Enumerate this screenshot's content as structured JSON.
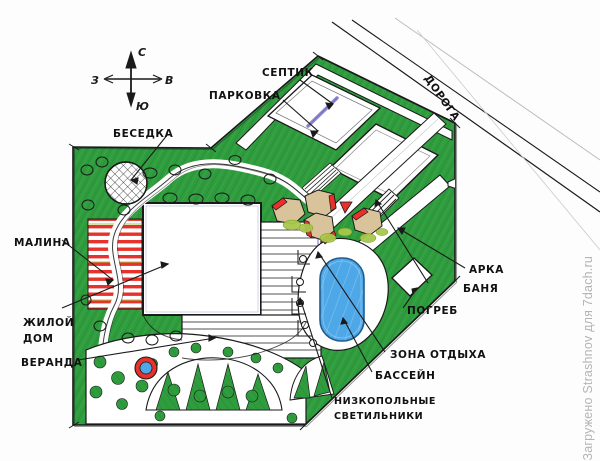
{
  "document": {
    "kind": "hand-drawn landscape site plan",
    "background_color": "#fdfdfd",
    "ink_color": "#1a1a1a"
  },
  "palette": {
    "lawn_green": "#2f9c3e",
    "lawn_green_dark": "#1f7a2c",
    "pool_blue": "#4ea7e6",
    "pool_blue_dark": "#2a7fc0",
    "bed_red": "#e8312a",
    "bed_tan": "#d9c39a",
    "bed_yellow_green": "#a8c84a",
    "septic_violet": "#8e8bd0",
    "paper_white": "#ffffff",
    "watermark_grey": "#b4b4b4"
  },
  "compass": {
    "north": "С",
    "south": "Ю",
    "west": "З",
    "east": "В"
  },
  "labels": {
    "gazebo": "БЕСЕДКА",
    "septic": "СЕПТИК",
    "parking": "ПАРКОВКА",
    "road": "ДОРОГА",
    "raspberry": "МАЛИНА",
    "house_line1": "ЖИЛОЙ",
    "house_line2": "ДОМ",
    "veranda": "ВЕРАНДА",
    "arch": "АРКА",
    "banya": "БАНЯ",
    "cellar": "ПОГРЕБ",
    "rest_zone": "ЗОНА ОТДЫХА",
    "pool": "БАССЕЙН",
    "lights_line1": "НИЗКОПОЛЬНЫЕ",
    "lights_line2": "СВЕТИЛЬНИКИ"
  },
  "watermark": {
    "text": "Загружено Strashnov для 7dach.ru"
  },
  "plan_features": [
    {
      "id": "gazebo",
      "name": "БЕСЕДКА",
      "shape": "hatched circle",
      "color": "#ffffff"
    },
    {
      "id": "house",
      "name": "ЖИЛОЙ ДОМ",
      "shape": "large white square",
      "color": "#ffffff"
    },
    {
      "id": "veranda",
      "name": "ВЕРАНДА",
      "shape": "striped decking",
      "color": "#ffffff"
    },
    {
      "id": "raspberry",
      "name": "МАЛИНА",
      "shape": "red striped rows",
      "color": "#e8312a"
    },
    {
      "id": "parking",
      "name": "ПАРКОВКА",
      "shape": "rectangle at plot entrance",
      "color": "#ffffff"
    },
    {
      "id": "septic",
      "name": "СЕПТИК",
      "shape": "violet bar",
      "color": "#8e8bd0"
    },
    {
      "id": "road",
      "name": "ДОРОГА",
      "shape": "diagonal road strip",
      "color": "#ffffff"
    },
    {
      "id": "banya",
      "name": "БАНЯ",
      "shape": "white building upper right",
      "color": "#ffffff"
    },
    {
      "id": "arch",
      "name": "АРКА",
      "shape": "ladder-like pergola",
      "color": "#ffffff"
    },
    {
      "id": "cellar",
      "name": "ПОГРЕБ",
      "shape": "small white square",
      "color": "#ffffff"
    },
    {
      "id": "pool",
      "name": "БАССЕЙН",
      "shape": "blue rounded rectangle",
      "color": "#4ea7e6"
    },
    {
      "id": "rest_zone",
      "name": "ЗОНА ОТДЫХА",
      "shape": "paved area around pool",
      "color": "#ffffff"
    },
    {
      "id": "beds",
      "name": "грядки",
      "shape": "hexagonal raised beds",
      "color": "#d9c39a"
    },
    {
      "id": "lights",
      "name": "НИЗКОПОЛЬНЫЕ СВЕТИЛЬНИКИ",
      "shape": "small circles along path",
      "color": "#ffffff"
    },
    {
      "id": "pond",
      "name": "водоём",
      "shape": "red ring with blue centre",
      "color": "#e8312a"
    }
  ]
}
